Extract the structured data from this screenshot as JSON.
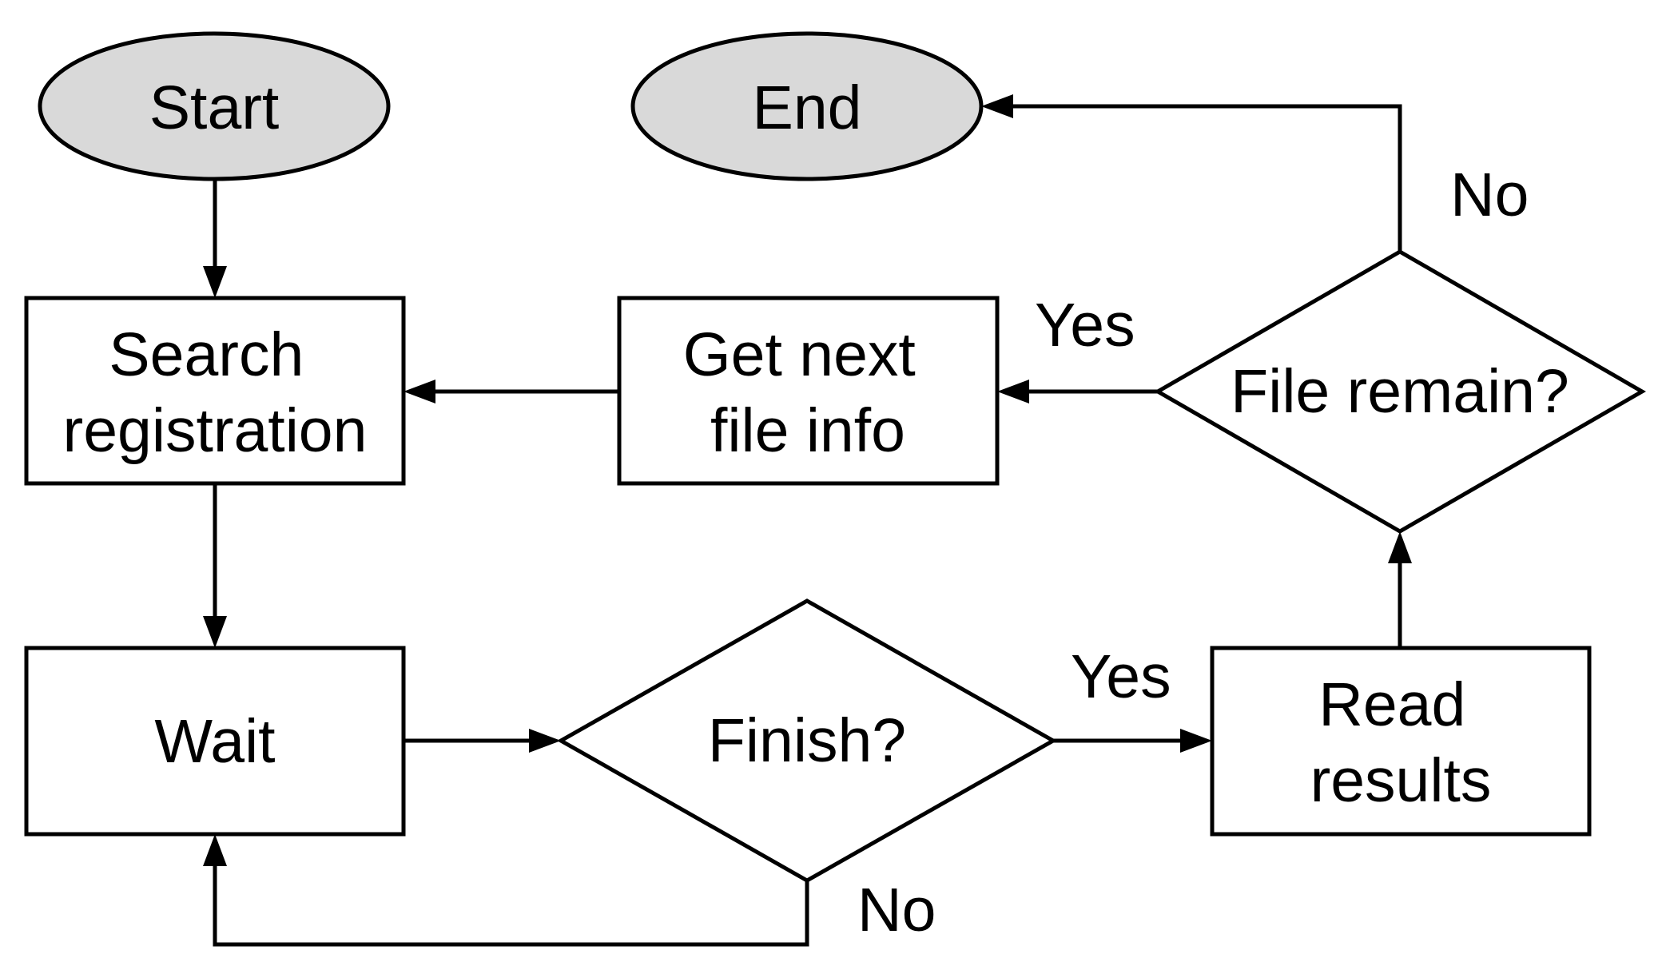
{
  "colors": {
    "terminal_fill": "#d9d9d9",
    "process_fill": "#ffffff",
    "decision_fill": "#ffffff",
    "line": "#000000",
    "text": "#000000"
  },
  "nodes": {
    "start": {
      "lines": [
        "Start"
      ]
    },
    "end": {
      "lines": [
        "End"
      ]
    },
    "search": {
      "lines": [
        "Search",
        "registration"
      ]
    },
    "getnext": {
      "lines": [
        "Get next",
        "file info"
      ]
    },
    "fileremain": {
      "lines": [
        "File remain?"
      ]
    },
    "wait": {
      "lines": [
        "Wait"
      ]
    },
    "finish": {
      "lines": [
        "Finish?"
      ]
    },
    "read": {
      "lines": [
        "Read",
        "results"
      ]
    }
  },
  "edges": {
    "fileremain_no": "No",
    "fileremain_yes": "Yes",
    "finish_yes": "Yes",
    "finish_no": "No"
  }
}
